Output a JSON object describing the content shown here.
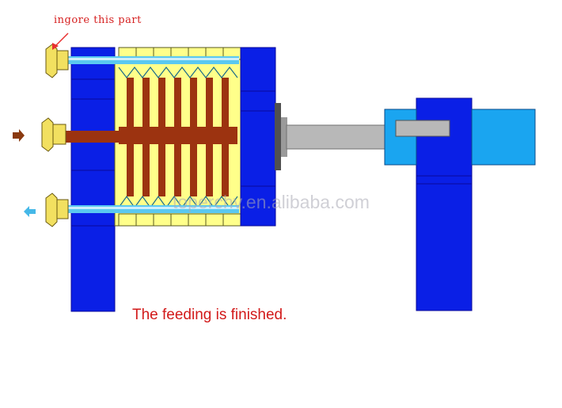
{
  "annotation": {
    "text": "ingore this part"
  },
  "caption": {
    "text": "The feeding is finished."
  },
  "watermark": {
    "text": "toperchv.en.alibaba.com"
  },
  "colors": {
    "frame_blue": "#0a1fe6",
    "cylinder_blue": "#1aa5f0",
    "cake_brown": "#9c3310",
    "plate_yellow": "#ffff8a",
    "pipe_cyan": "#5ac8f0",
    "fitting_yellow": "#f2e060",
    "rod_gray": "#b8b8b8",
    "arrow_red": "#e83030",
    "arrow_cyan": "#45b8e8"
  },
  "icons": {
    "inlet_arrow": "arrow-right-icon",
    "outlet_arrow": "arrow-left-icon",
    "pointer_arrow": "pointer-arrow-icon"
  }
}
